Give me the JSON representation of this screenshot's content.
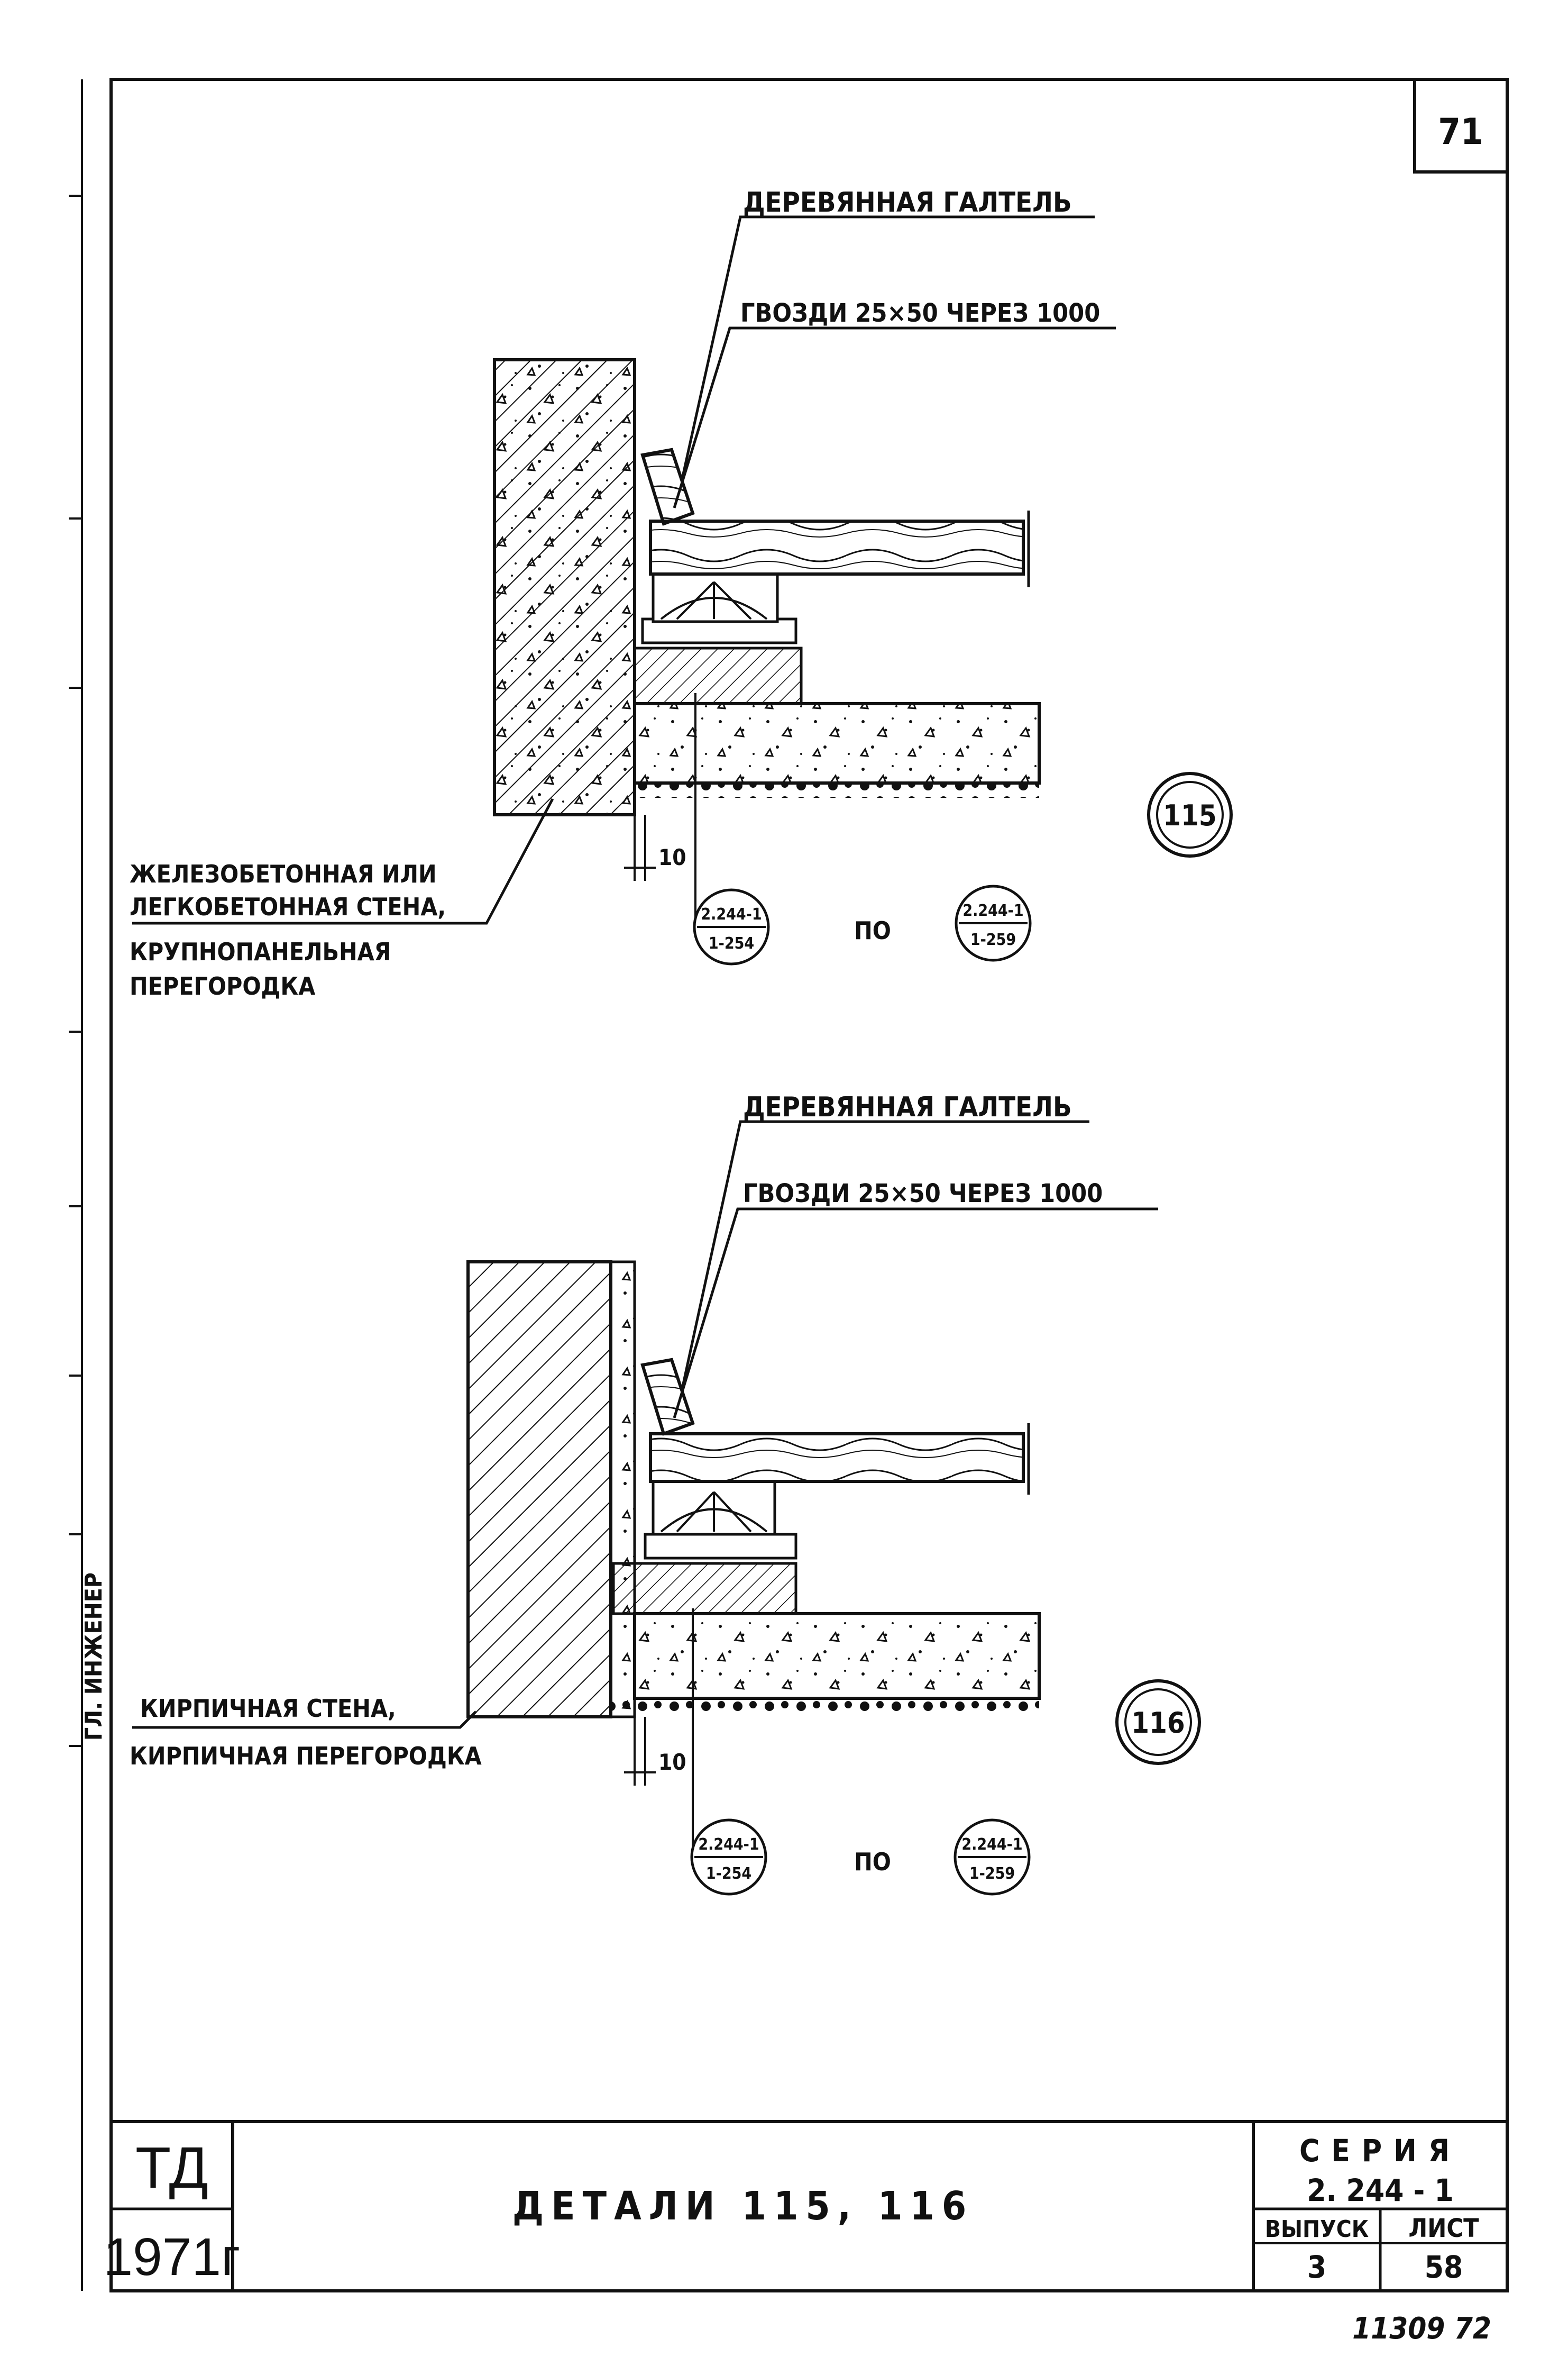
{
  "sheet": {
    "page_number": "71",
    "series_label": "СЕРИЯ",
    "series_value": "2. 244 - 1",
    "issue_label": "ВЫПУСК",
    "issue_value": "3",
    "sheet_label": "ЛИСТ",
    "sheet_value": "58",
    "title": "ДЕТАЛИ  115, 116",
    "org": "ТД",
    "year": "1971г",
    "archive_number": "11309  72"
  },
  "detail_115": {
    "number": "115",
    "label_batten": "ДЕРЕВЯННАЯ ГАЛТЕЛЬ",
    "label_nails": "ГВОЗДИ 25×50 ЧЕРЕЗ 1000",
    "label_wall_1": "ЖЕЛЕЗОБЕТОННАЯ ИЛИ",
    "label_wall_2": "ЛЕГКОБЕТОННАЯ СТЕНА,",
    "label_wall_3": "КРУПНОПАНЕЛЬНАЯ",
    "label_wall_4": "ПЕРЕГОРОДКА",
    "dim": "10",
    "ref_from_top": "2.244-1",
    "ref_from_bottom": "1-254",
    "ref_to_top": "2.244-1",
    "ref_to_bottom": "1-259",
    "ref_word": "ПО"
  },
  "detail_116": {
    "number": "116",
    "label_batten": "ДЕРЕВЯННАЯ ГАЛТЕЛЬ",
    "label_nails": "ГВОЗДИ  25×50 ЧЕРЕЗ 1000",
    "label_wall_1": "КИРПИЧНАЯ СТЕНА,",
    "label_wall_2": "КИРПИЧНАЯ ПЕРЕГОРОДКА",
    "dim": "10",
    "ref_from_top": "2.244-1",
    "ref_from_bottom": "1-254",
    "ref_to_top": "2.244-1",
    "ref_to_bottom": "1-259",
    "ref_word": "ПО"
  },
  "margin_stamp": "ГЛ. ИНЖЕНЕР"
}
